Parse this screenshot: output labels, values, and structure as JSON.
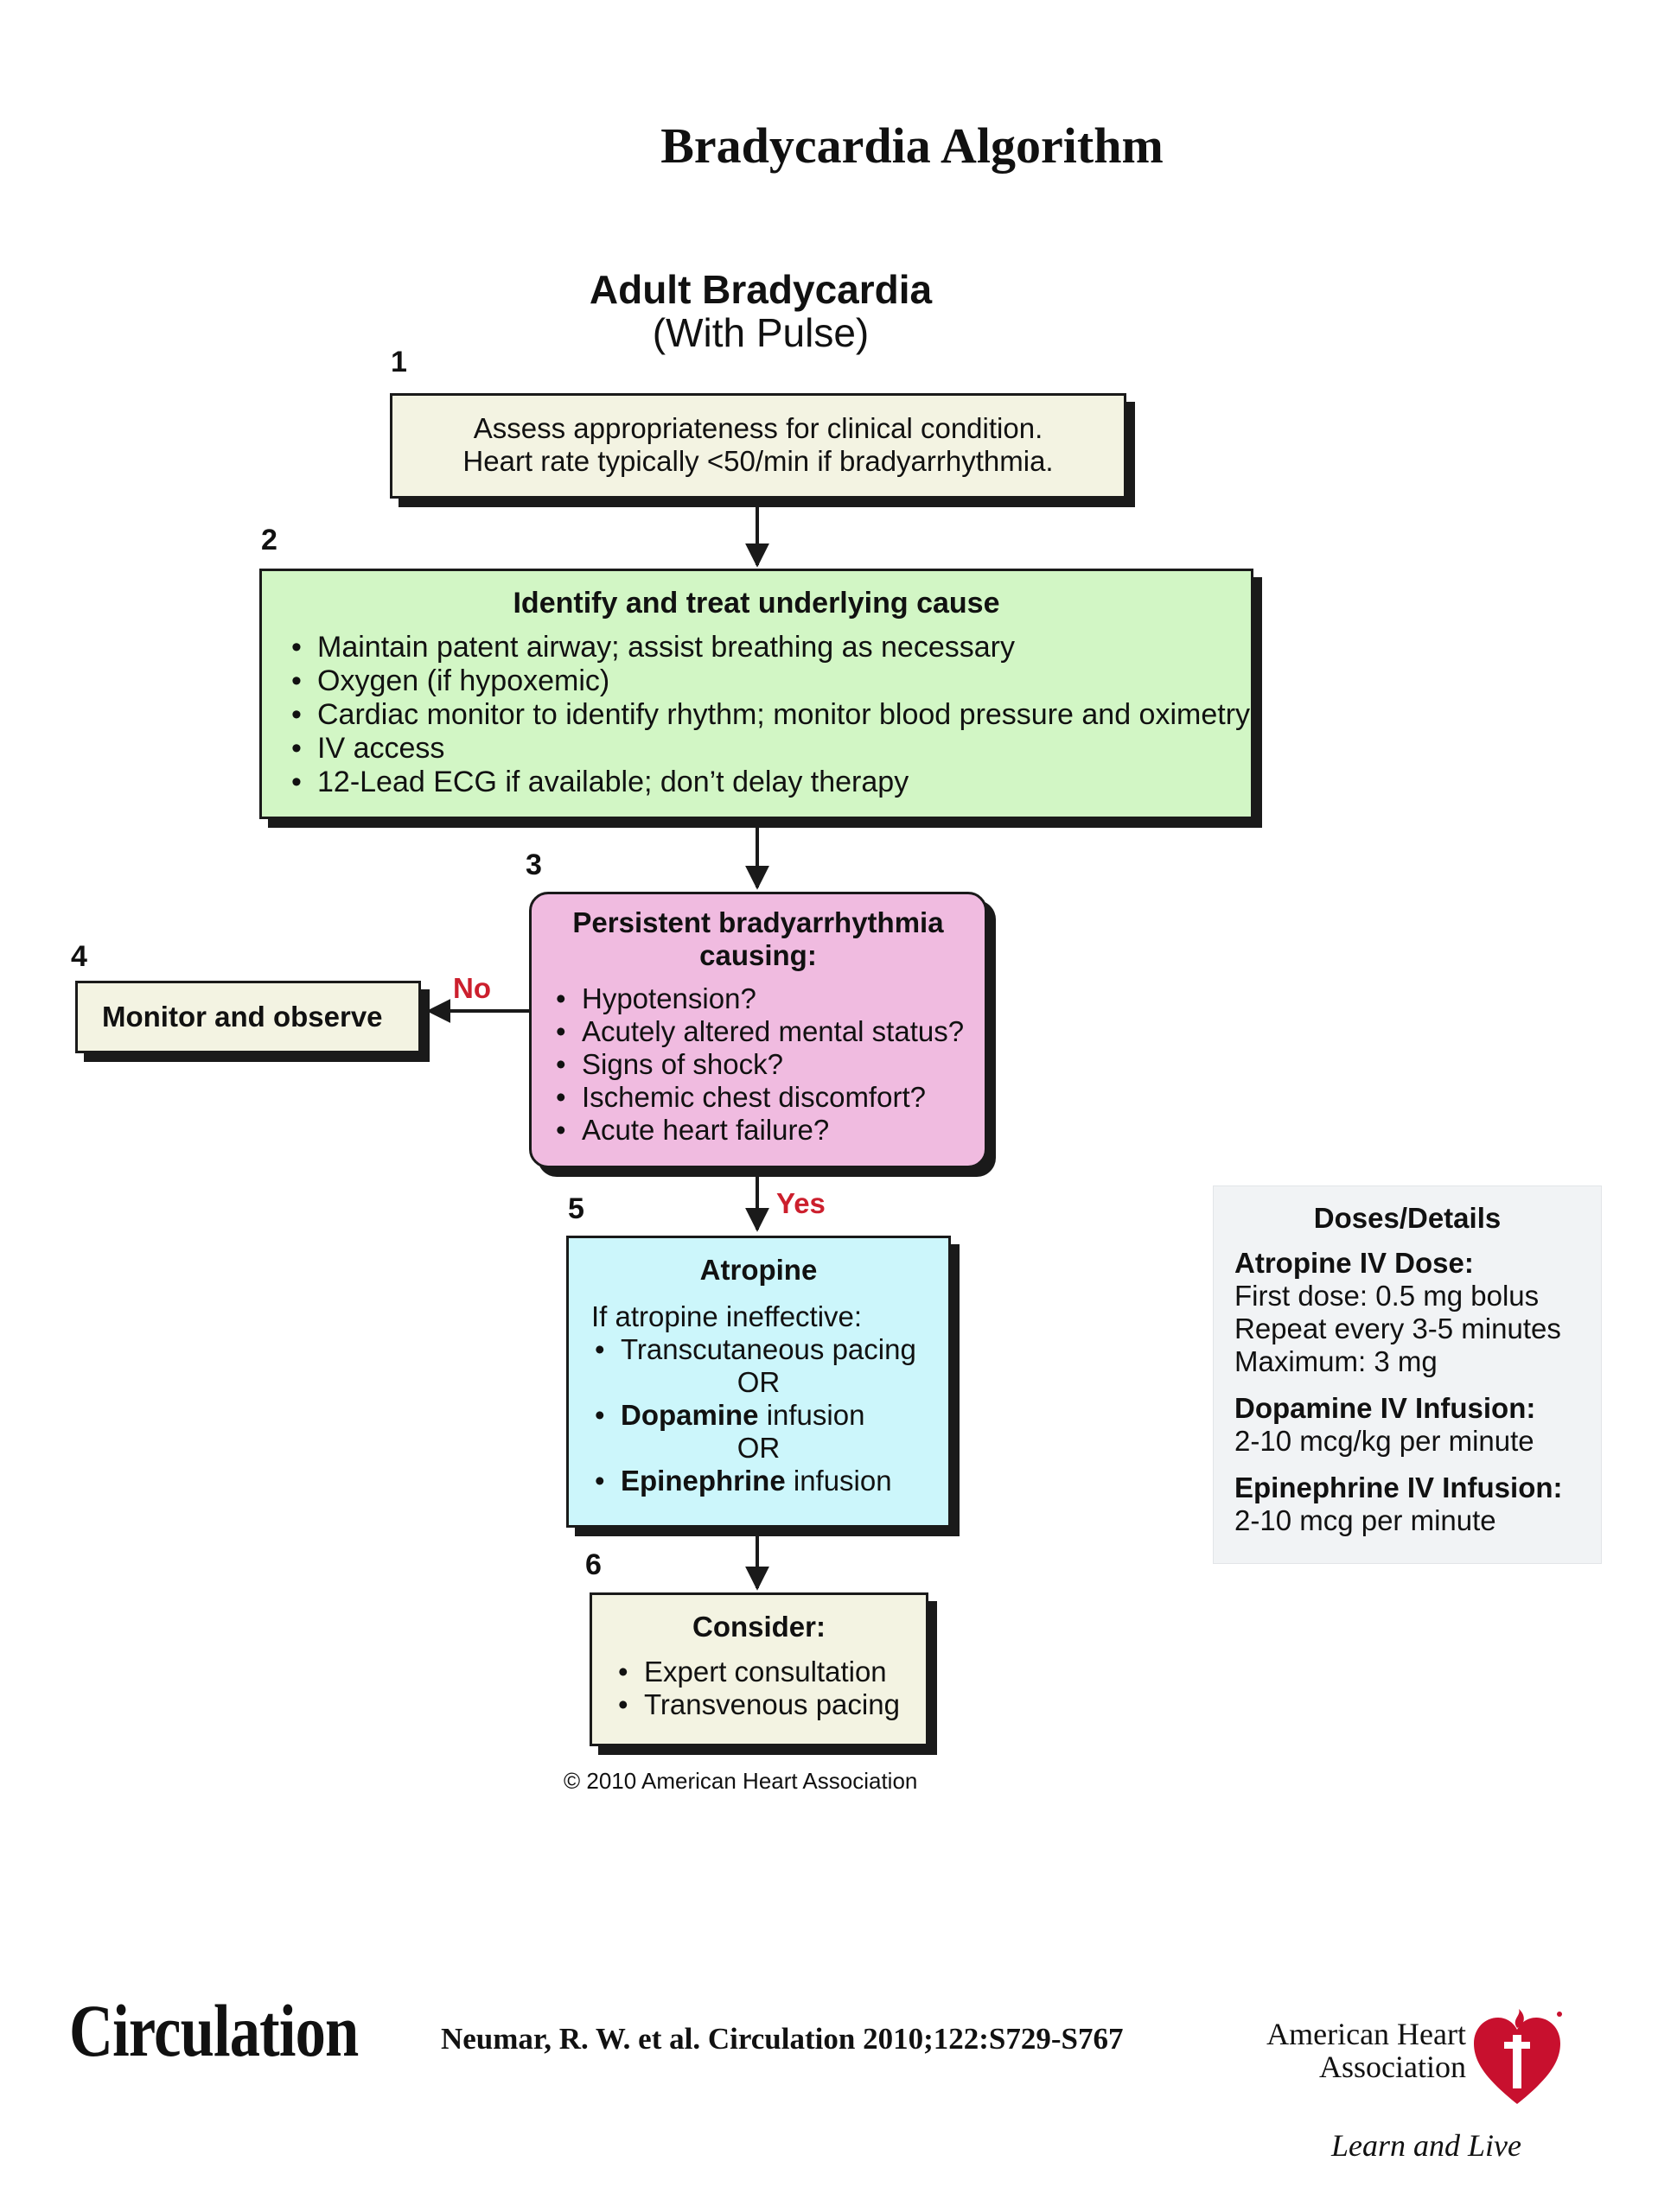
{
  "title": "Bradycardia Algorithm",
  "header": {
    "line1": "Adult Bradycardia",
    "line2": "(With Pulse)"
  },
  "steps": {
    "s1": {
      "num": "1",
      "lines": [
        "Assess appropriateness for clinical condition.",
        "Heart rate typically <50/min if bradyarrhythmia."
      ]
    },
    "s2": {
      "num": "2",
      "heading": "Identify and treat underlying cause",
      "items": [
        "Maintain patent airway; assist breathing as necessary",
        "Oxygen (if hypoxemic)",
        "Cardiac monitor to identify rhythm; monitor blood pressure and oximetry",
        "IV access",
        "12-Lead ECG if available; don’t delay therapy"
      ]
    },
    "s3": {
      "num": "3",
      "heading_line1": "Persistent bradyarrhythmia",
      "heading_line2": "causing:",
      "items": [
        "Hypotension?",
        "Acutely altered mental status?",
        "Signs of shock?",
        "Ischemic chest discomfort?",
        "Acute heart failure?"
      ]
    },
    "s4": {
      "num": "4",
      "text": "Monitor and observe"
    },
    "s5": {
      "num": "5",
      "heading": "Atropine",
      "intro": "If atropine ineffective:",
      "item1": "Transcutaneous pacing",
      "or1": "OR",
      "item2_bold": "Dopamine",
      "item2_rest": " infusion",
      "or2": "OR",
      "item3_bold": "Epinephrine",
      "item3_rest": " infusion"
    },
    "s6": {
      "num": "6",
      "heading": "Consider:",
      "items": [
        "Expert consultation",
        "Transvenous pacing"
      ]
    }
  },
  "labels": {
    "no": "No",
    "yes": "Yes"
  },
  "doses": {
    "heading": "Doses/Details",
    "atropine_title": "Atropine IV Dose:",
    "atropine_lines": [
      "First dose: 0.5 mg bolus",
      "Repeat every 3-5 minutes",
      "Maximum: 3 mg"
    ],
    "dopamine_title": "Dopamine IV Infusion:",
    "dopamine_line": "2-10 mcg/kg per minute",
    "epinephrine_title": "Epinephrine IV Infusion:",
    "epinephrine_line": "2-10 mcg per minute"
  },
  "copyright": "© 2010 American Heart Association",
  "footer": {
    "journal": "Circulation",
    "citation": "Neumar, R. W. et al. Circulation 2010;122:S729-S767",
    "aha_line1": "American Heart",
    "aha_line2": "Association",
    "aha_tagline": "Learn and Live"
  },
  "colors": {
    "cream": "#f3f3e2",
    "green": "#d2f6c5",
    "pink": "#f0bbe0",
    "cyan": "#ccf6fb",
    "red": "#cc1f2d"
  }
}
